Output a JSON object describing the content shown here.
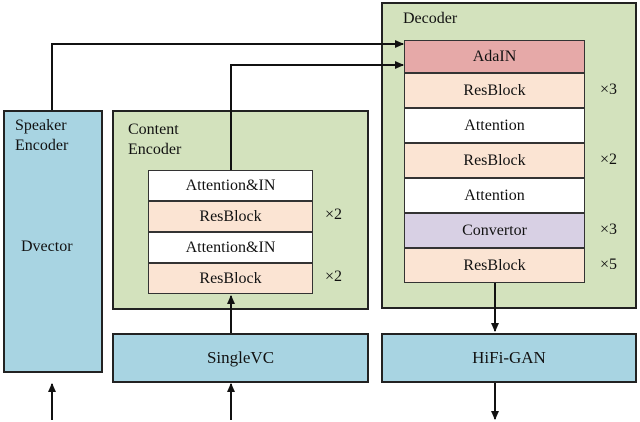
{
  "speaker_encoder": {
    "title": "Speaker\nEncoder",
    "inner": "Dvector"
  },
  "content_encoder": {
    "title": "Content\nEncoder",
    "blocks": [
      {
        "label": "Attention&IN",
        "style": "white",
        "mult": ""
      },
      {
        "label": "ResBlock",
        "style": "peach",
        "mult": "×2"
      },
      {
        "label": "Attention&IN",
        "style": "white",
        "mult": ""
      },
      {
        "label": "ResBlock",
        "style": "peach",
        "mult": "×2"
      }
    ]
  },
  "decoder": {
    "title": "Decoder",
    "blocks": [
      {
        "label": "AdaIN",
        "style": "pink",
        "mult": ""
      },
      {
        "label": "ResBlock",
        "style": "peach",
        "mult": "×3"
      },
      {
        "label": "Attention",
        "style": "white",
        "mult": ""
      },
      {
        "label": "ResBlock",
        "style": "peach",
        "mult": "×2"
      },
      {
        "label": "Attention",
        "style": "white",
        "mult": ""
      },
      {
        "label": "Convertor",
        "style": "lav",
        "mult": "×3"
      },
      {
        "label": "ResBlock",
        "style": "peach",
        "mult": "×5"
      }
    ]
  },
  "singlevc": {
    "label": "SingleVC"
  },
  "hifigan": {
    "label": "HiFi-GAN"
  }
}
